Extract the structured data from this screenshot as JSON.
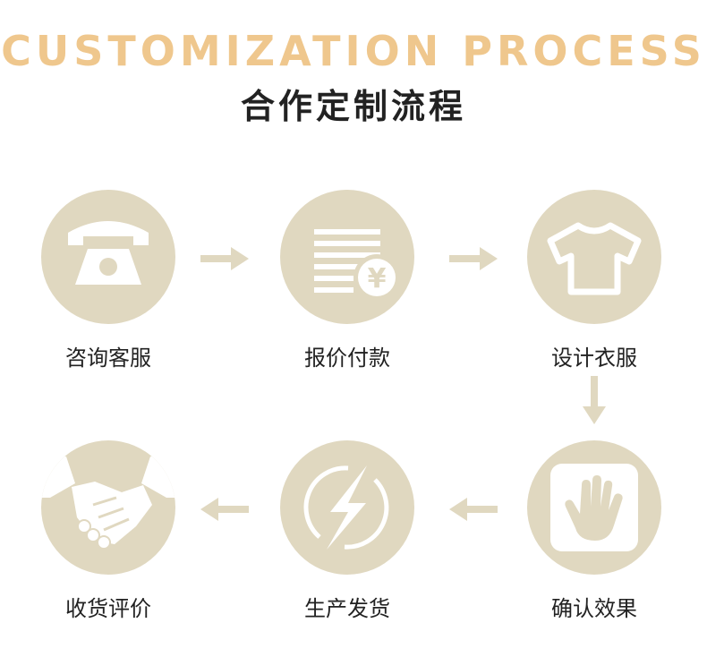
{
  "header": {
    "title_en": "CUSTOMIZATION PROCESS",
    "title_cn": "合作定制流程"
  },
  "colors": {
    "accent": "#efc78d",
    "circle": "#e0d8c0",
    "arrow": "#e0d8c0",
    "icon": "#ffffff",
    "text": "#222222"
  },
  "steps": [
    {
      "label": "咨询客服",
      "icon": "telephone-icon"
    },
    {
      "label": "报价付款",
      "icon": "quote-payment-icon"
    },
    {
      "label": "设计衣服",
      "icon": "tshirt-icon"
    },
    {
      "label": "确认效果",
      "icon": "hand-icon"
    },
    {
      "label": "生产发货",
      "icon": "lightning-icon"
    },
    {
      "label": "收货评价",
      "icon": "handshake-icon"
    }
  ],
  "quote_icon_symbol": "¥"
}
